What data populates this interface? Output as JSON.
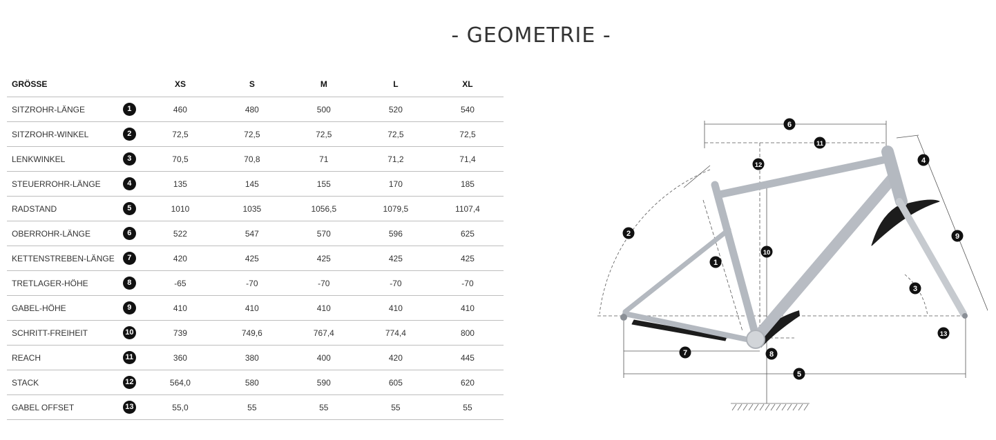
{
  "page": {
    "title": "- GEOMETRIE -"
  },
  "table": {
    "label_header": "GRÖSSE",
    "sizes": [
      "XS",
      "S",
      "M",
      "L",
      "XL"
    ],
    "rows": [
      {
        "label": "SITZROHR-LÄNGE",
        "num": "1",
        "values": [
          "460",
          "480",
          "500",
          "520",
          "540"
        ]
      },
      {
        "label": "SITZROHR-WINKEL",
        "num": "2",
        "values": [
          "72,5",
          "72,5",
          "72,5",
          "72,5",
          "72,5"
        ]
      },
      {
        "label": "LENKWINKEL",
        "num": "3",
        "values": [
          "70,5",
          "70,8",
          "71",
          "71,2",
          "71,4"
        ]
      },
      {
        "label": "STEUERROHR-LÄNGE",
        "num": "4",
        "values": [
          "135",
          "145",
          "155",
          "170",
          "185"
        ]
      },
      {
        "label": "RADSTAND",
        "num": "5",
        "values": [
          "1010",
          "1035",
          "1056,5",
          "1079,5",
          "1107,4"
        ]
      },
      {
        "label": "OBERROHR-LÄNGE",
        "num": "6",
        "values": [
          "522",
          "547",
          "570",
          "596",
          "625"
        ]
      },
      {
        "label": "KETTENSTREBEN-LÄNGE",
        "num": "7",
        "values": [
          "420",
          "425",
          "425",
          "425",
          "425"
        ]
      },
      {
        "label": "TRETLAGER-HÖHE",
        "num": "8",
        "values": [
          "-65",
          "-70",
          "-70",
          "-70",
          "-70"
        ]
      },
      {
        "label": "GABEL-HÖHE",
        "num": "9",
        "values": [
          "410",
          "410",
          "410",
          "410",
          "410"
        ]
      },
      {
        "label": "SCHRITT-FREIHEIT",
        "num": "10",
        "values": [
          "739",
          "749,6",
          "767,4",
          "774,4",
          "800"
        ]
      },
      {
        "label": "REACH",
        "num": "11",
        "values": [
          "360",
          "380",
          "400",
          "420",
          "445"
        ]
      },
      {
        "label": "STACK",
        "num": "12",
        "values": [
          "564,0",
          "580",
          "590",
          "605",
          "620"
        ]
      },
      {
        "label": "GABEL OFFSET",
        "num": "13",
        "values": [
          "55,0",
          "55",
          "55",
          "55",
          "55"
        ]
      }
    ]
  },
  "diagram": {
    "markers": [
      "1",
      "2",
      "3",
      "4",
      "5",
      "6",
      "7",
      "8",
      "9",
      "10",
      "11",
      "12",
      "13"
    ],
    "frame_color": "#b4b9c0",
    "accent_color": "#1c1c1c"
  }
}
